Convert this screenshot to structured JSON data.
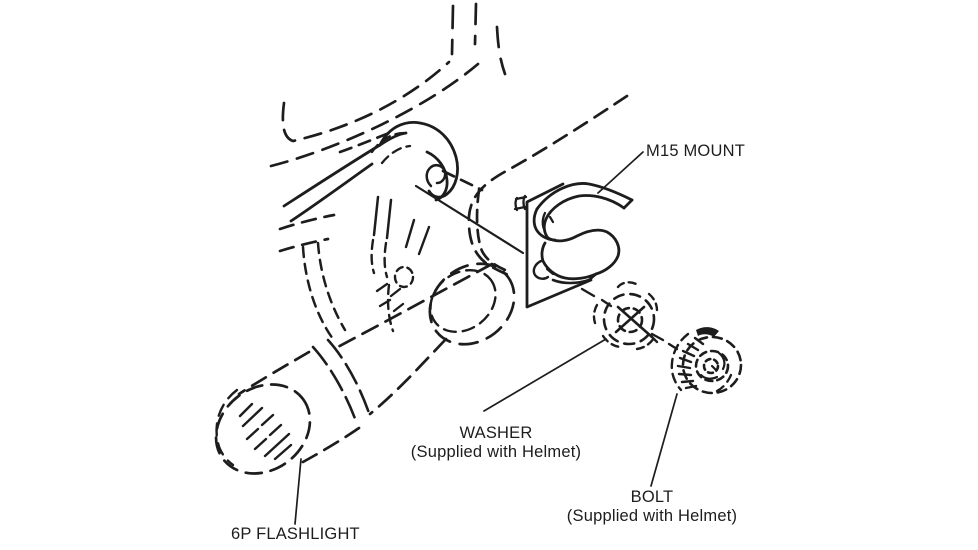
{
  "diagram": {
    "description": "Exploded-view line illustration of a 6P flashlight attached to a helmet with an M15 mount, washer and bolt",
    "colors": {
      "ink": "#1d1d1d",
      "background": "#ffffff"
    },
    "labels": {
      "mount": "M15 MOUNT",
      "washer_title": "WASHER",
      "washer_sub": "(Supplied with Helmet)",
      "bolt_title": "BOLT",
      "bolt_sub": "(Supplied with Helmet)",
      "flashlight": "6P FLASHLIGHT"
    }
  }
}
